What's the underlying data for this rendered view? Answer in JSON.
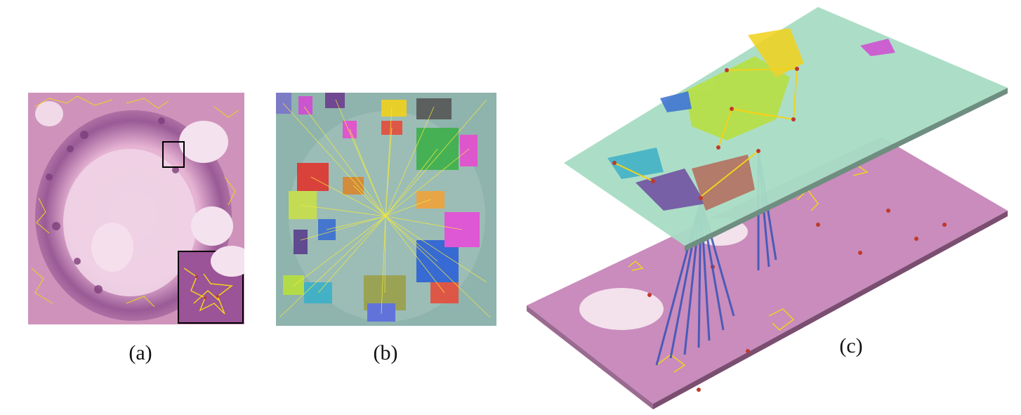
{
  "figure": {
    "panels": [
      {
        "id": "a",
        "label": "(a)",
        "content": "histology-tissue-with-cell-graph-and-zoom-inset"
      },
      {
        "id": "b",
        "label": "(b)",
        "content": "tissue-segmentation-with-radial-graph"
      },
      {
        "id": "c",
        "label": "(c)",
        "content": "hierarchical-two-layer-graph"
      }
    ]
  },
  "colors": {
    "tissue_pink": "#d9a3c6",
    "tissue_dark": "#8a4a86",
    "graph_edge": "#f2d21b",
    "node": "#c0392b",
    "segment_bg": "#8fb3ad",
    "upper_plane": "#a8dcc4",
    "cross_link": "#3553b8"
  }
}
